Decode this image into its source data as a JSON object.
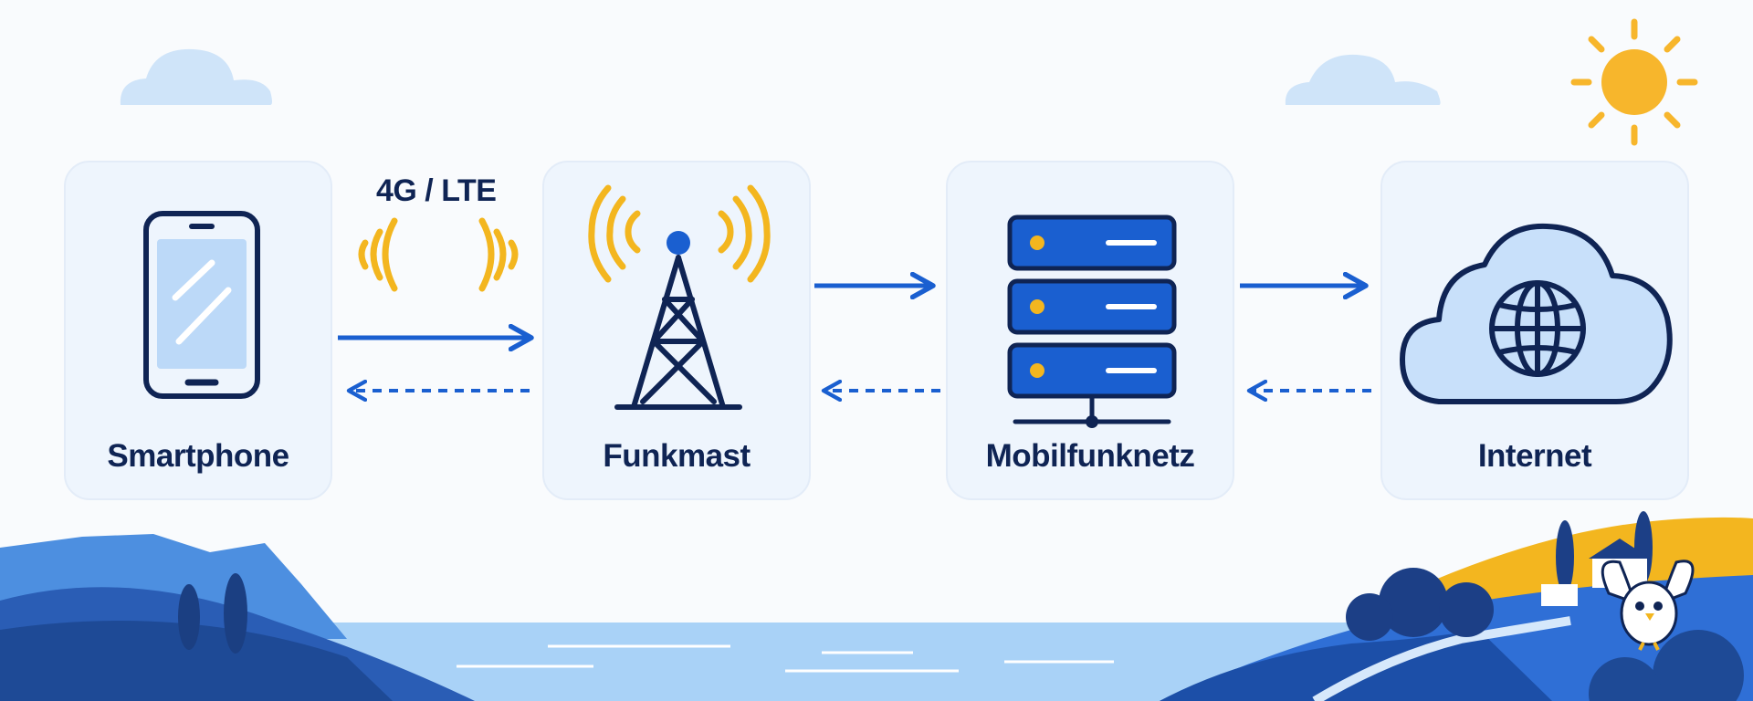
{
  "diagram": {
    "nodes": [
      {
        "id": "smartphone",
        "label": "Smartphone",
        "icon": "smartphone-icon"
      },
      {
        "id": "funkmast",
        "label": "Funkmast",
        "icon": "radio-tower-icon"
      },
      {
        "id": "mobilfunknetz",
        "label": "Mobilfunknetz",
        "icon": "server-icon"
      },
      {
        "id": "internet",
        "label": "Internet",
        "icon": "cloud-globe-icon"
      }
    ],
    "links": [
      {
        "from": "smartphone",
        "to": "funkmast",
        "label": "4G / LTE",
        "return_dashed": true
      },
      {
        "from": "funkmast",
        "to": "mobilfunknetz",
        "label": "",
        "return_dashed": true
      },
      {
        "from": "mobilfunknetz",
        "to": "internet",
        "label": "",
        "return_dashed": true
      }
    ]
  },
  "colors": {
    "primary_blue": "#1a5fd0",
    "dark_navy": "#0f2454",
    "signal_yellow": "#f3b61f",
    "card_background": "#eef5fd",
    "water": "#a9d2f7"
  }
}
